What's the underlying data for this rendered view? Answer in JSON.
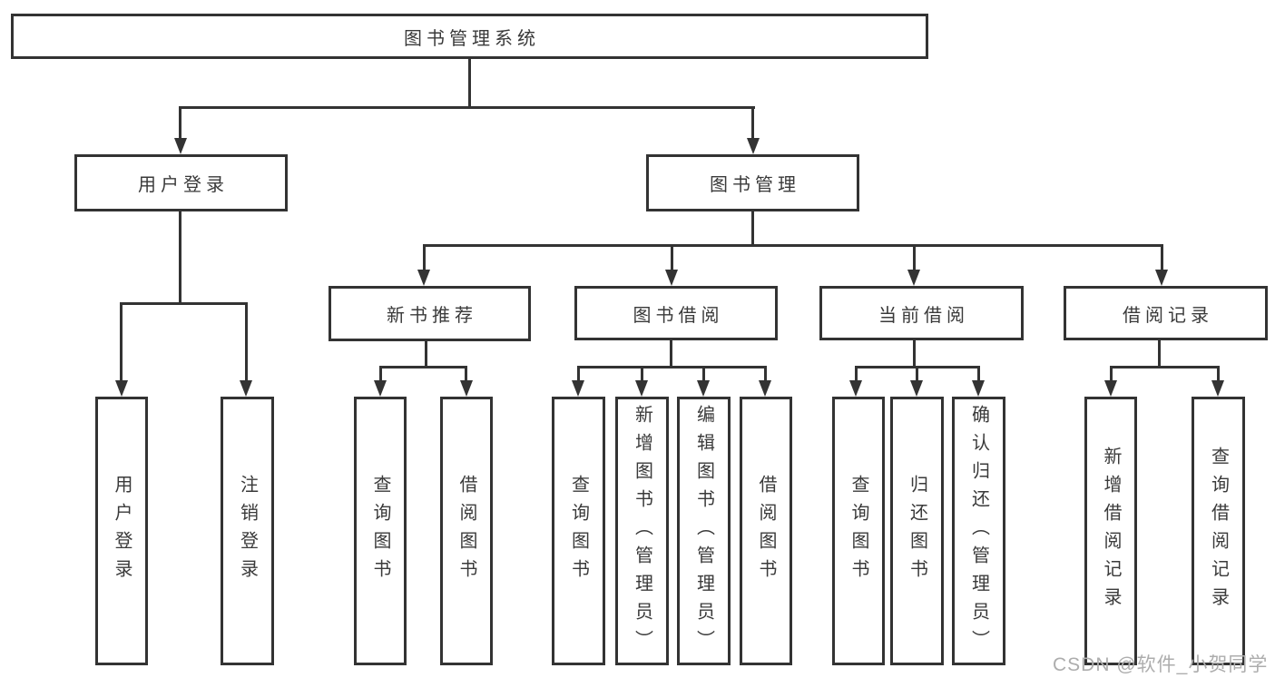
{
  "diagram": {
    "root": {
      "label": "图书管理系统"
    },
    "level2": {
      "user_login": {
        "label": "用户登录",
        "children": [
          "用户登录",
          "注销登录"
        ]
      },
      "book_mgmt": {
        "label": "图书管理",
        "children": {
          "new_book": {
            "label": "新书推荐",
            "children": [
              "查询图书",
              "借阅图书"
            ]
          },
          "book_borrow": {
            "label": "图书借阅",
            "children": [
              "查询图书",
              "新增图书（管理员）",
              "编辑图书（管理员）",
              "借阅图书"
            ]
          },
          "current_borrow": {
            "label": "当前借阅",
            "children": [
              "查询图书",
              "归还图书",
              "确认归还（管理员）"
            ]
          },
          "borrow_record": {
            "label": "借阅记录",
            "children": [
              "新增借阅记录",
              "查询借阅记录"
            ]
          }
        }
      }
    },
    "watermark": "CSDN @软件_小贺同学",
    "colors": {
      "line": "#333333",
      "node_fill": "#ffffff",
      "text": "#3a3a3a",
      "watermark": "#adadad",
      "background": "#ffffff"
    }
  }
}
